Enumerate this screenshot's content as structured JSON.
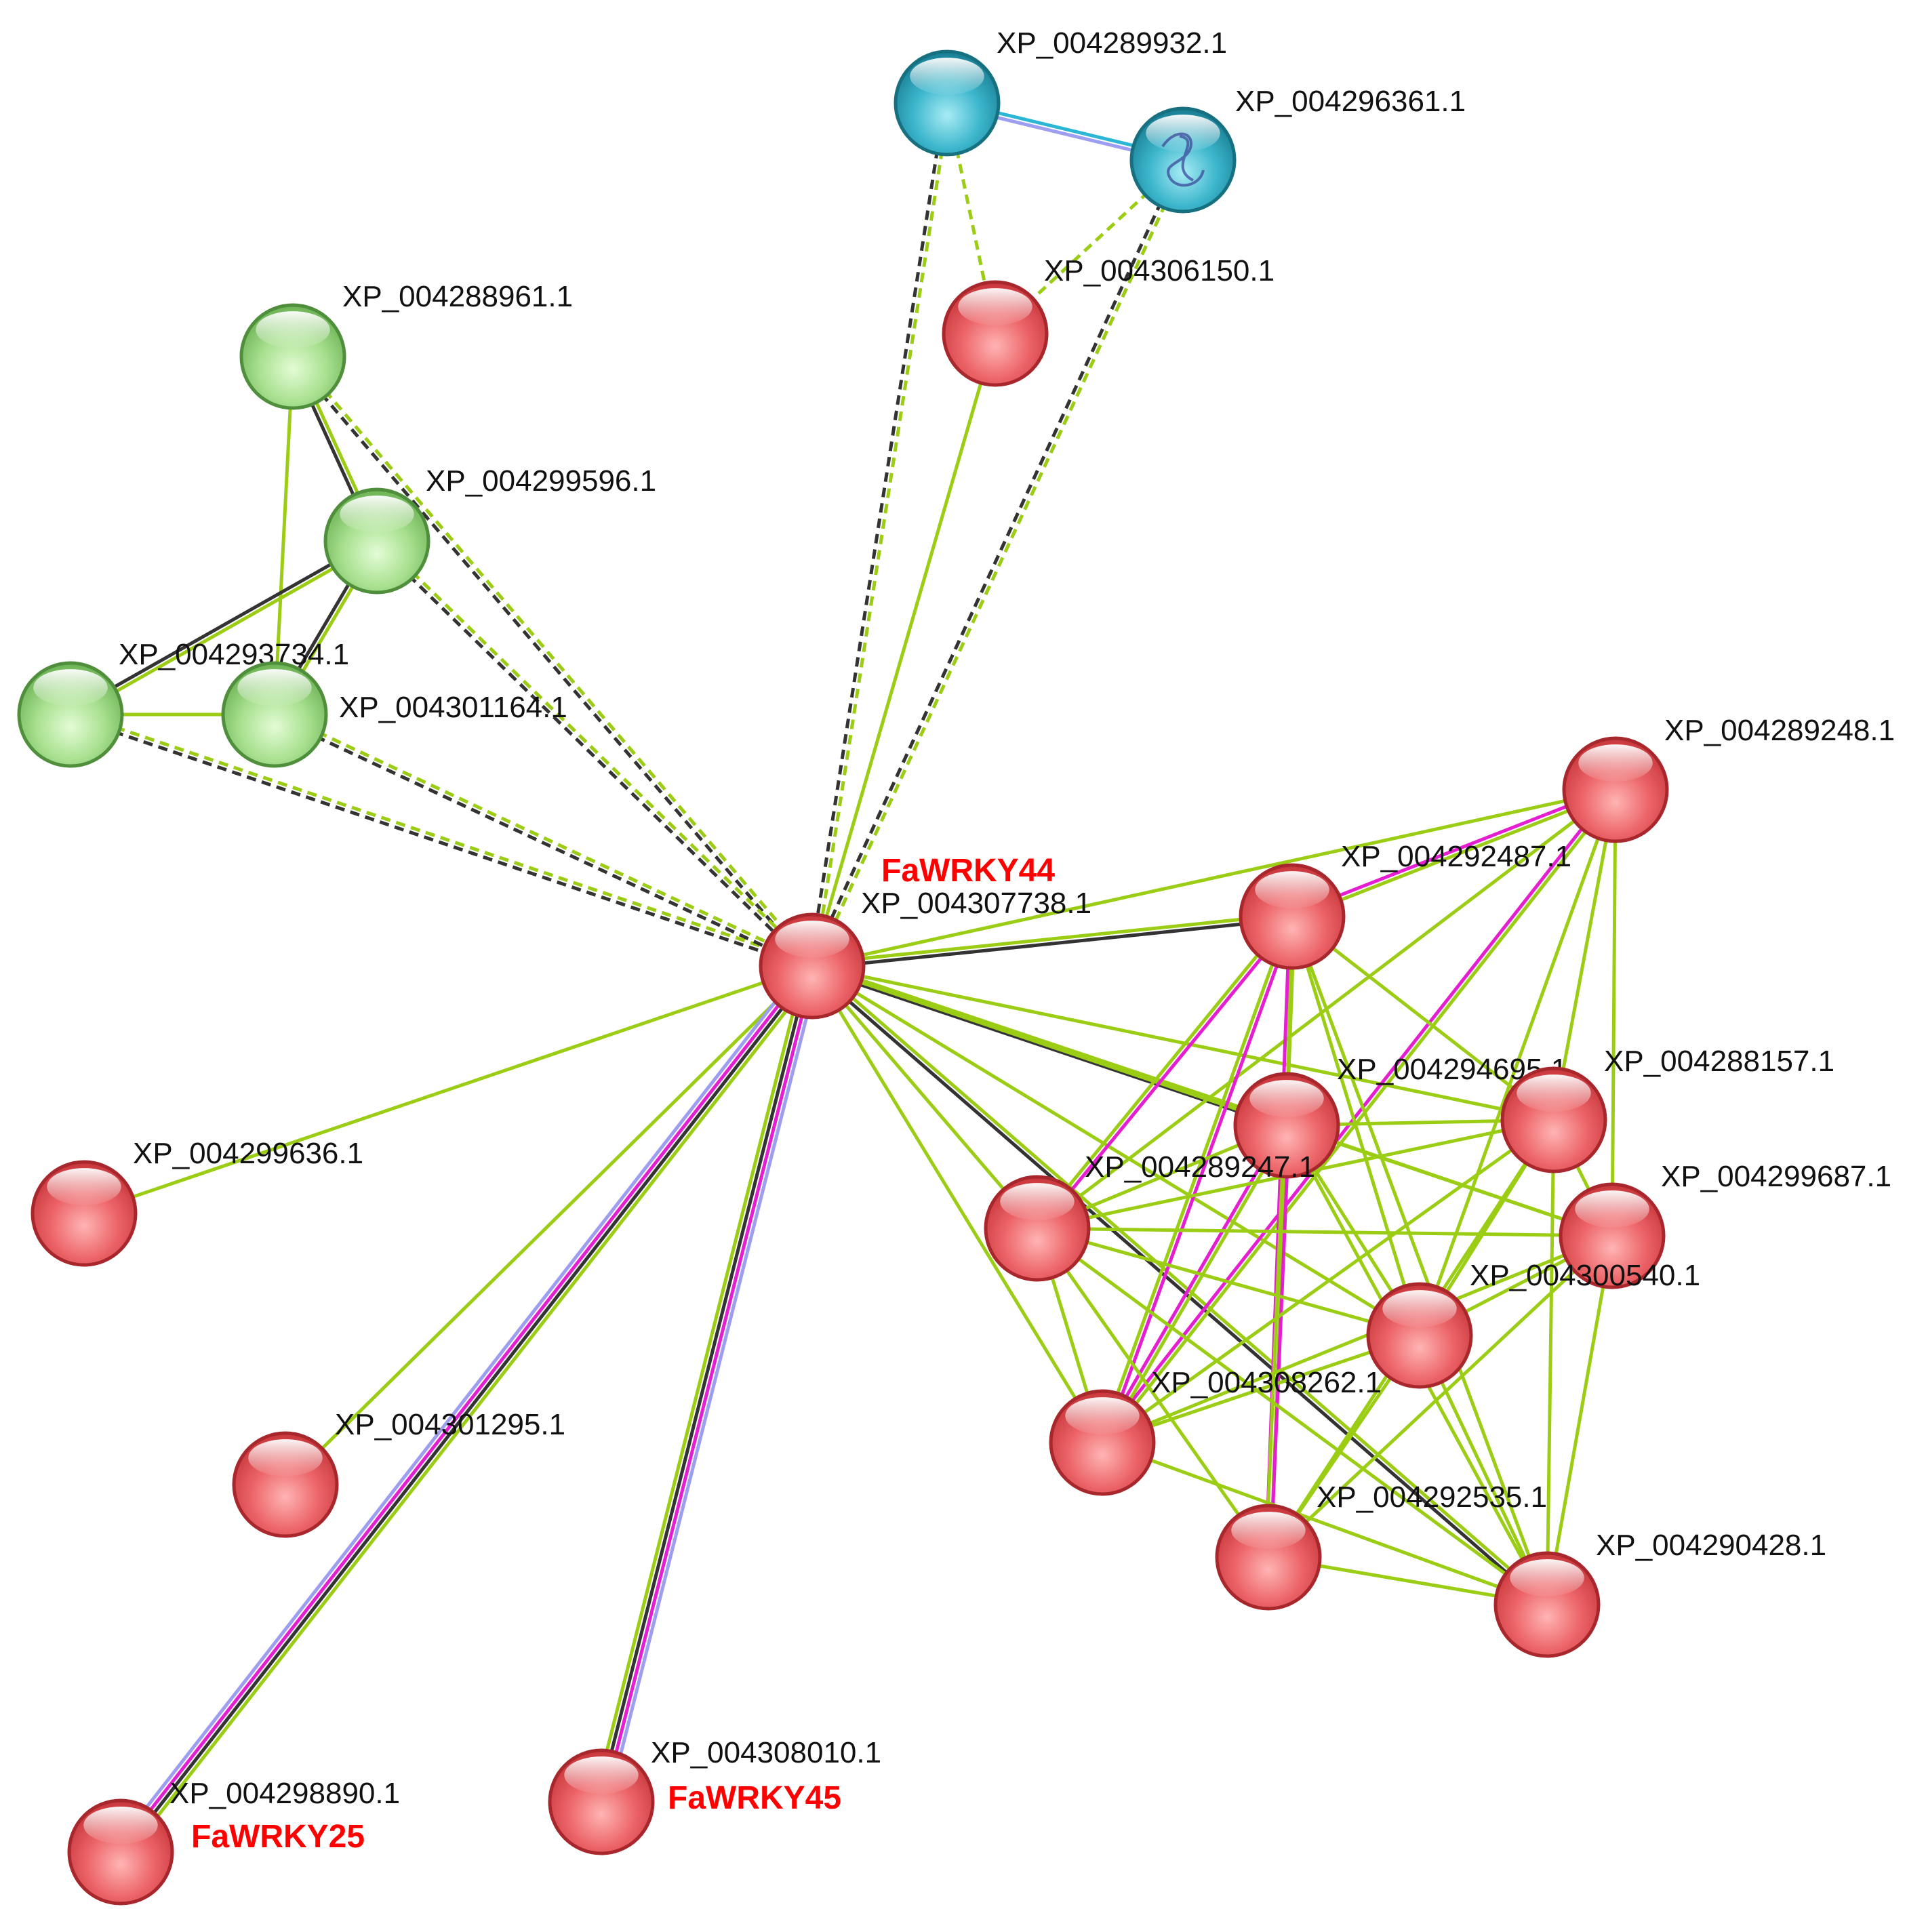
{
  "legend_colors": {
    "red_cluster": "#e95a5f",
    "green_cluster": "#8fd67a",
    "teal_cluster": "#2aa9bf",
    "textmining_edge": "#9acd14",
    "coexpression_edge": "#333333",
    "experiment_edge": "#e61ed2",
    "database_edge": "#2ab6d4",
    "homology_edge": "#9e9ef0"
  },
  "nodes": [
    {
      "id": "XP_004307738.1",
      "label": "XP_004307738.1",
      "alias": "FaWRKY44",
      "cluster": "red"
    },
    {
      "id": "XP_004289932.1",
      "label": "XP_004289932.1",
      "cluster": "teal"
    },
    {
      "id": "XP_004296361.1",
      "label": "XP_004296361.1",
      "cluster": "teal",
      "structure_icon": "protein-structure-icon"
    },
    {
      "id": "XP_004306150.1",
      "label": "XP_004306150.1",
      "cluster": "red"
    },
    {
      "id": "XP_004288961.1",
      "label": "XP_004288961.1",
      "cluster": "green"
    },
    {
      "id": "XP_004299596.1",
      "label": "XP_004299596.1",
      "cluster": "green"
    },
    {
      "id": "XP_004293734.1",
      "label": "XP_004293734.1",
      "cluster": "green"
    },
    {
      "id": "XP_004301164.1",
      "label": "XP_004301164.1",
      "cluster": "green"
    },
    {
      "id": "XP_004299636.1",
      "label": "XP_004299636.1",
      "cluster": "red"
    },
    {
      "id": "XP_004301295.1",
      "label": "XP_004301295.1",
      "cluster": "red"
    },
    {
      "id": "XP_004298890.1",
      "label": "XP_004298890.1",
      "alias": "FaWRKY25",
      "cluster": "red"
    },
    {
      "id": "XP_004308010.1",
      "label": "XP_004308010.1",
      "alias": "FaWRKY45",
      "cluster": "red"
    },
    {
      "id": "XP_004289248.1",
      "label": "XP_004289248.1",
      "cluster": "red"
    },
    {
      "id": "XP_004292487.1",
      "label": "XP_004292487.1",
      "cluster": "red"
    },
    {
      "id": "XP_004294695.1",
      "label": "XP_004294695.1",
      "cluster": "red"
    },
    {
      "id": "XP_004288157.1",
      "label": "XP_004288157.1",
      "cluster": "red"
    },
    {
      "id": "XP_004289247.1",
      "label": "XP_004289247.1",
      "cluster": "red"
    },
    {
      "id": "XP_004299687.1",
      "label": "XP_004299687.1",
      "cluster": "red"
    },
    {
      "id": "XP_004300540.1",
      "label": "XP_004300540.1",
      "cluster": "red"
    },
    {
      "id": "XP_004308262.1",
      "label": "XP_004308262.1",
      "cluster": "red"
    },
    {
      "id": "XP_004292535.1",
      "label": "XP_004292535.1",
      "cluster": "red"
    },
    {
      "id": "XP_004290428.1",
      "label": "XP_004290428.1",
      "cluster": "red"
    }
  ],
  "edges": [
    {
      "from": "XP_004289932.1",
      "to": "XP_004296361.1",
      "types": [
        "database",
        "homology"
      ],
      "dashed": false
    },
    {
      "from": "XP_004289932.1",
      "to": "XP_004306150.1",
      "types": [
        "textmining"
      ],
      "dashed": true
    },
    {
      "from": "XP_004296361.1",
      "to": "XP_004306150.1",
      "types": [
        "textmining"
      ],
      "dashed": true
    },
    {
      "from": "XP_004289932.1",
      "to": "XP_004307738.1",
      "types": [
        "textmining",
        "coexpression"
      ],
      "dashed": true
    },
    {
      "from": "XP_004296361.1",
      "to": "XP_004307738.1",
      "types": [
        "textmining",
        "coexpression"
      ],
      "dashed": true
    },
    {
      "from": "XP_004306150.1",
      "to": "XP_004307738.1",
      "types": [
        "textmining"
      ],
      "dashed": false
    },
    {
      "from": "XP_004288961.1",
      "to": "XP_004299596.1",
      "types": [
        "textmining",
        "coexpression"
      ],
      "dashed": false
    },
    {
      "from": "XP_004288961.1",
      "to": "XP_004301164.1",
      "types": [
        "textmining"
      ],
      "dashed": false
    },
    {
      "from": "XP_004299596.1",
      "to": "XP_004293734.1",
      "types": [
        "textmining",
        "coexpression"
      ],
      "dashed": false
    },
    {
      "from": "XP_004299596.1",
      "to": "XP_004301164.1",
      "types": [
        "textmining",
        "coexpression"
      ],
      "dashed": false
    },
    {
      "from": "XP_004293734.1",
      "to": "XP_004301164.1",
      "types": [
        "textmining"
      ],
      "dashed": false
    },
    {
      "from": "XP_004288961.1",
      "to": "XP_004307738.1",
      "types": [
        "textmining",
        "coexpression"
      ],
      "dashed": true
    },
    {
      "from": "XP_004299596.1",
      "to": "XP_004307738.1",
      "types": [
        "textmining",
        "coexpression"
      ],
      "dashed": true
    },
    {
      "from": "XP_004293734.1",
      "to": "XP_004307738.1",
      "types": [
        "textmining",
        "coexpression"
      ],
      "dashed": true
    },
    {
      "from": "XP_004301164.1",
      "to": "XP_004307738.1",
      "types": [
        "textmining",
        "coexpression"
      ],
      "dashed": true
    },
    {
      "from": "XP_004299636.1",
      "to": "XP_004307738.1",
      "types": [
        "textmining"
      ],
      "dashed": false
    },
    {
      "from": "XP_004301295.1",
      "to": "XP_004307738.1",
      "types": [
        "textmining"
      ],
      "dashed": false
    },
    {
      "from": "XP_004298890.1",
      "to": "XP_004307738.1",
      "types": [
        "homology",
        "experiment",
        "coexpression",
        "textmining"
      ],
      "dashed": false
    },
    {
      "from": "XP_004308010.1",
      "to": "XP_004307738.1",
      "types": [
        "textmining",
        "coexpression",
        "experiment",
        "homology"
      ],
      "dashed": false
    },
    {
      "from": "XP_004307738.1",
      "to": "XP_004289248.1",
      "types": [
        "textmining"
      ],
      "dashed": false
    },
    {
      "from": "XP_004307738.1",
      "to": "XP_004292487.1",
      "types": [
        "textmining",
        "coexpression"
      ],
      "dashed": false
    },
    {
      "from": "XP_004307738.1",
      "to": "XP_004294695.1",
      "types": [
        "textmining",
        "coexpression"
      ],
      "dashed": false
    },
    {
      "from": "XP_004307738.1",
      "to": "XP_004288157.1",
      "types": [
        "textmining"
      ],
      "dashed": false
    },
    {
      "from": "XP_004307738.1",
      "to": "XP_004289247.1",
      "types": [
        "textmining"
      ],
      "dashed": false
    },
    {
      "from": "XP_004307738.1",
      "to": "XP_004299687.1",
      "types": [
        "textmining"
      ],
      "dashed": false
    },
    {
      "from": "XP_004307738.1",
      "to": "XP_004300540.1",
      "types": [
        "textmining"
      ],
      "dashed": false
    },
    {
      "from": "XP_004307738.1",
      "to": "XP_004308262.1",
      "types": [
        "textmining"
      ],
      "dashed": false
    },
    {
      "from": "XP_004307738.1",
      "to": "XP_004290428.1",
      "types": [
        "textmining",
        "coexpression"
      ],
      "dashed": false
    },
    {
      "from": "XP_004289248.1",
      "to": "XP_004292487.1",
      "types": [
        "textmining",
        "experiment"
      ],
      "dashed": false
    },
    {
      "from": "XP_004289248.1",
      "to": "XP_004289247.1",
      "types": [
        "textmining"
      ],
      "dashed": false
    },
    {
      "from": "XP_004289248.1",
      "to": "XP_004288157.1",
      "types": [
        "textmining"
      ],
      "dashed": false
    },
    {
      "from": "XP_004289248.1",
      "to": "XP_004299687.1",
      "types": [
        "textmining"
      ],
      "dashed": false
    },
    {
      "from": "XP_004289248.1",
      "to": "XP_004300540.1",
      "types": [
        "textmining"
      ],
      "dashed": false
    },
    {
      "from": "XP_004289248.1",
      "to": "XP_004308262.1",
      "types": [
        "textmining",
        "experiment"
      ],
      "dashed": false
    },
    {
      "from": "XP_004292487.1",
      "to": "XP_004294695.1",
      "types": [
        "textmining"
      ],
      "dashed": false
    },
    {
      "from": "XP_004292487.1",
      "to": "XP_004289247.1",
      "types": [
        "experiment",
        "textmining"
      ],
      "dashed": false
    },
    {
      "from": "XP_004292487.1",
      "to": "XP_004288157.1",
      "types": [
        "textmining"
      ],
      "dashed": false
    },
    {
      "from": "XP_004292487.1",
      "to": "XP_004300540.1",
      "types": [
        "textmining"
      ],
      "dashed": false
    },
    {
      "from": "XP_004292487.1",
      "to": "XP_004308262.1",
      "types": [
        "experiment",
        "textmining"
      ],
      "dashed": false
    },
    {
      "from": "XP_004292487.1",
      "to": "XP_004292535.1",
      "types": [
        "textmining",
        "experiment"
      ],
      "dashed": false
    },
    {
      "from": "XP_004292487.1",
      "to": "XP_004290428.1",
      "types": [
        "textmining"
      ],
      "dashed": false
    },
    {
      "from": "XP_004294695.1",
      "to": "XP_004289247.1",
      "types": [
        "textmining"
      ],
      "dashed": false
    },
    {
      "from": "XP_004294695.1",
      "to": "XP_004288157.1",
      "types": [
        "textmining"
      ],
      "dashed": false
    },
    {
      "from": "XP_004294695.1",
      "to": "XP_004299687.1",
      "types": [
        "textmining"
      ],
      "dashed": false
    },
    {
      "from": "XP_004294695.1",
      "to": "XP_004300540.1",
      "types": [
        "textmining"
      ],
      "dashed": false
    },
    {
      "from": "XP_004294695.1",
      "to": "XP_004308262.1",
      "types": [
        "textmining",
        "experiment"
      ],
      "dashed": false
    },
    {
      "from": "XP_004294695.1",
      "to": "XP_004292535.1",
      "types": [
        "experiment",
        "textmining"
      ],
      "dashed": false
    },
    {
      "from": "XP_004294695.1",
      "to": "XP_004290428.1",
      "types": [
        "textmining"
      ],
      "dashed": false
    },
    {
      "from": "XP_004289247.1",
      "to": "XP_004288157.1",
      "types": [
        "textmining"
      ],
      "dashed": false
    },
    {
      "from": "XP_004289247.1",
      "to": "XP_004299687.1",
      "types": [
        "textmining"
      ],
      "dashed": false
    },
    {
      "from": "XP_004289247.1",
      "to": "XP_004300540.1",
      "types": [
        "textmining"
      ],
      "dashed": false
    },
    {
      "from": "XP_004289247.1",
      "to": "XP_004308262.1",
      "types": [
        "textmining"
      ],
      "dashed": false
    },
    {
      "from": "XP_004289247.1",
      "to": "XP_004292535.1",
      "types": [
        "textmining"
      ],
      "dashed": false
    },
    {
      "from": "XP_004289247.1",
      "to": "XP_004290428.1",
      "types": [
        "textmining"
      ],
      "dashed": false
    },
    {
      "from": "XP_004288157.1",
      "to": "XP_004299687.1",
      "types": [
        "textmining"
      ],
      "dashed": false
    },
    {
      "from": "XP_004288157.1",
      "to": "XP_004300540.1",
      "types": [
        "textmining"
      ],
      "dashed": false
    },
    {
      "from": "XP_004288157.1",
      "to": "XP_004308262.1",
      "types": [
        "textmining"
      ],
      "dashed": false
    },
    {
      "from": "XP_004288157.1",
      "to": "XP_004292535.1",
      "types": [
        "textmining"
      ],
      "dashed": false
    },
    {
      "from": "XP_004288157.1",
      "to": "XP_004290428.1",
      "types": [
        "textmining"
      ],
      "dashed": false
    },
    {
      "from": "XP_004299687.1",
      "to": "XP_004300540.1",
      "types": [
        "textmining"
      ],
      "dashed": false
    },
    {
      "from": "XP_004299687.1",
      "to": "XP_004308262.1",
      "types": [
        "textmining"
      ],
      "dashed": false
    },
    {
      "from": "XP_004299687.1",
      "to": "XP_004292535.1",
      "types": [
        "textmining"
      ],
      "dashed": false
    },
    {
      "from": "XP_004299687.1",
      "to": "XP_004290428.1",
      "types": [
        "textmining"
      ],
      "dashed": false
    },
    {
      "from": "XP_004300540.1",
      "to": "XP_004308262.1",
      "types": [
        "textmining"
      ],
      "dashed": false
    },
    {
      "from": "XP_004300540.1",
      "to": "XP_004292535.1",
      "types": [
        "textmining"
      ],
      "dashed": false
    },
    {
      "from": "XP_004300540.1",
      "to": "XP_004290428.1",
      "types": [
        "textmining"
      ],
      "dashed": false
    },
    {
      "from": "XP_004308262.1",
      "to": "XP_004290428.1",
      "types": [
        "textmining"
      ],
      "dashed": false
    },
    {
      "from": "XP_004292535.1",
      "to": "XP_004290428.1",
      "types": [
        "textmining"
      ],
      "dashed": false
    }
  ]
}
